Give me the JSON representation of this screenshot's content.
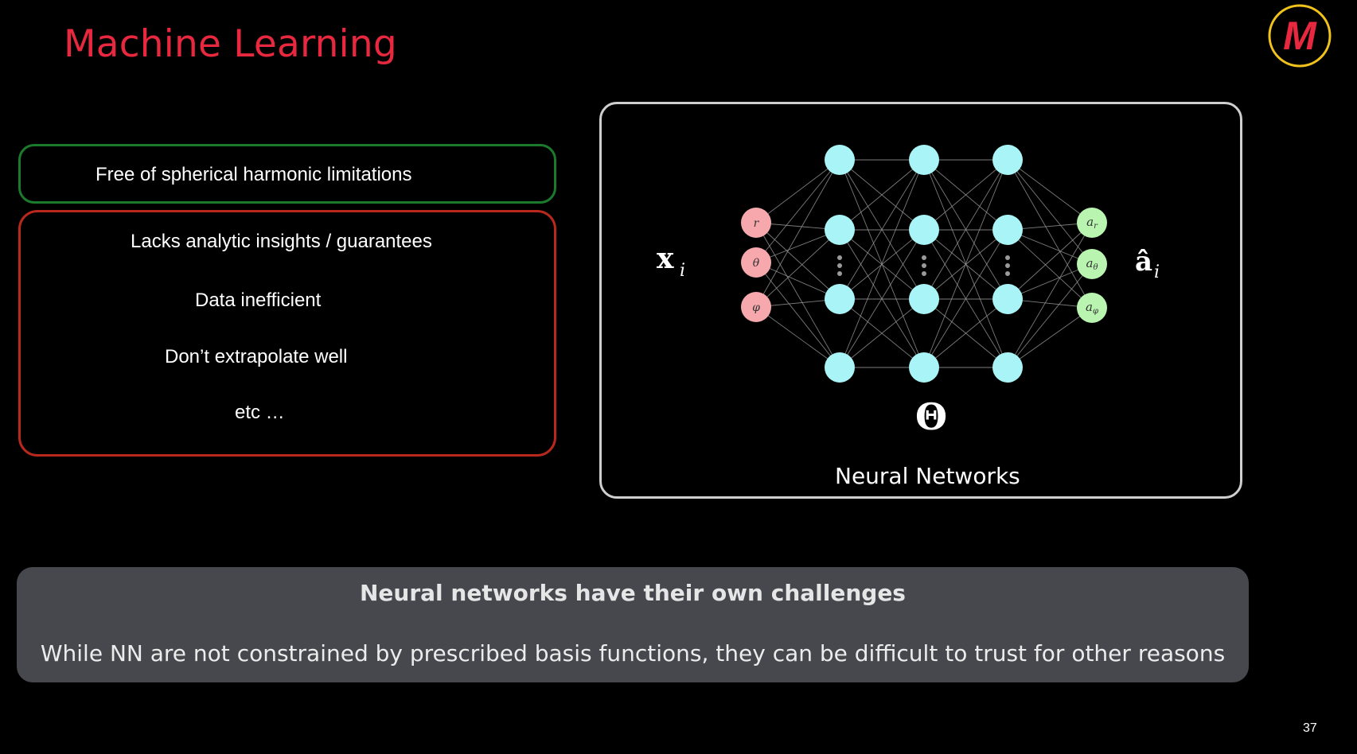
{
  "slide": {
    "title": "Machine Learning",
    "page_number": "37",
    "logo_letter": "M",
    "title_color": "#e8283f"
  },
  "pros": {
    "items": [
      "Free of spherical harmonic limitations"
    ],
    "border_color": "#1c7a2c"
  },
  "cons": {
    "items": [
      "Lacks analytic insights / guarantees",
      "Data inefficient",
      "Don’t extrapolate well",
      "etc …"
    ],
    "border_color": "#b8281c"
  },
  "network": {
    "input_label": "x",
    "input_subscript": "i",
    "output_label": "â",
    "output_subscript": "i",
    "params_label": "Θ",
    "caption": "Neural Networks",
    "input_nodes": [
      "r",
      "θ",
      "φ"
    ],
    "output_nodes": [
      {
        "base": "a",
        "sub": "r"
      },
      {
        "base": "a",
        "sub": "θ"
      },
      {
        "base": "a",
        "sub": "φ"
      }
    ],
    "hidden_layers": 3,
    "colors": {
      "input": "#f7a8ad",
      "hidden": "#a8f4f6",
      "output": "#b9f5b1"
    }
  },
  "callout": {
    "heading": "Neural networks have their own challenges",
    "body": "While NN are not constrained by prescribed basis functions, they can be difficult to trust for other reasons"
  }
}
